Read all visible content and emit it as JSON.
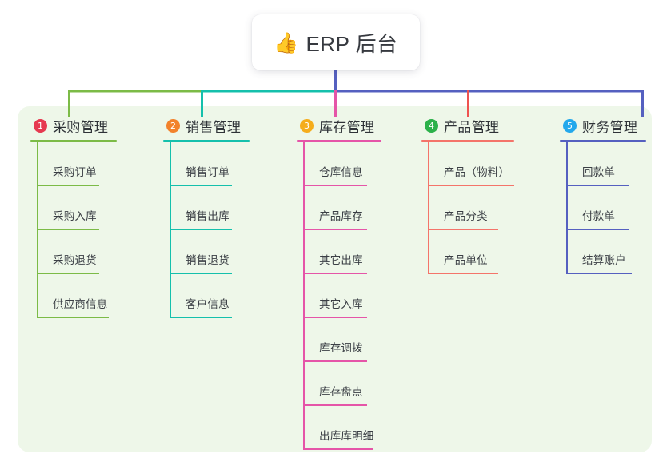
{
  "diagram": {
    "title": "ERP 后台",
    "root": {
      "icon": "thumbs-up-icon",
      "emoji": "👍",
      "label": "ERP 后台"
    },
    "panel_color": "#eef7e9",
    "stem_color": "#5560c0",
    "connector_segments": [
      {
        "name": "left-green",
        "color": "#7cbb47"
      },
      {
        "name": "mid-teal",
        "color": "#15c0ac"
      },
      {
        "name": "right-indigo",
        "color": "#5560c0"
      }
    ],
    "columns": [
      {
        "index": "1",
        "badge": "1",
        "badge_color": "#e63950",
        "title": "采购管理",
        "accent": "#7cbb47",
        "drop_color": "#7cbb47",
        "leaves": [
          "采购订单",
          "采购入库",
          "采购退货",
          "供应商信息"
        ]
      },
      {
        "index": "2",
        "badge": "2",
        "badge_color": "#f2822b",
        "title": "销售管理",
        "accent": "#15c0ac",
        "drop_color": "#15c0ac",
        "leaves": [
          "销售订单",
          "销售出库",
          "销售退货",
          "客户信息"
        ]
      },
      {
        "index": "3",
        "badge": "3",
        "badge_color": "#f5ad1c",
        "title": "库存管理",
        "accent": "#e555a8",
        "drop_color": "#e555a8",
        "leaves": [
          "仓库信息",
          "产品库存",
          "其它出库",
          "其它入库",
          "库存调拨",
          "库存盘点",
          "出库库明细"
        ]
      },
      {
        "index": "4",
        "badge": "4",
        "badge_color": "#2cb14a",
        "title": "产品管理",
        "accent": "#f4746a",
        "drop_color": "#ef5350",
        "leaves": [
          "产品（物料）",
          "产品分类",
          "产品单位"
        ]
      },
      {
        "index": "5",
        "badge": "5",
        "badge_color": "#23a8ec",
        "title": "财务管理",
        "accent": "#5560c0",
        "drop_color": "#5560c0",
        "leaves": [
          "回款单",
          "付款单",
          "结算账户"
        ]
      }
    ]
  }
}
